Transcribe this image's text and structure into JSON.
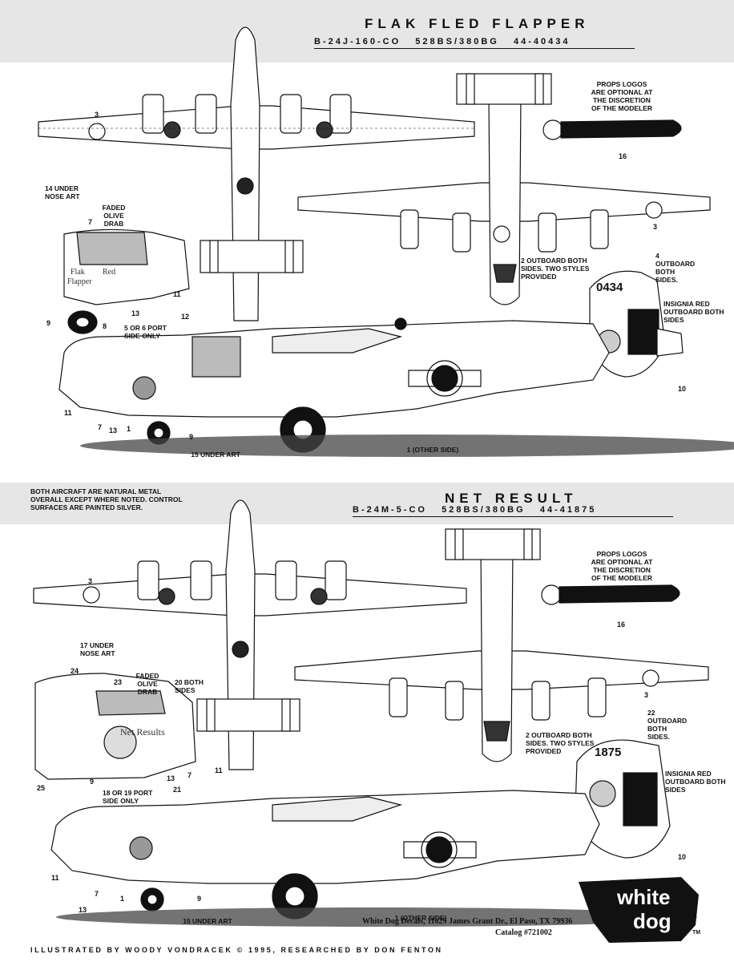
{
  "top": {
    "title": "FLAK FLED FLAPPER",
    "subtitle": "B-24J-160-CO   528BS/380BG   44-40434",
    "notes": {
      "props": "PROPS LOGOS ARE OPTIONAL AT THE DISCRETION OF THE MODELER",
      "under_nose_art": "14 UNDER NOSE ART",
      "faded_olive": "FADED OLIVE DRAB",
      "port_side": "5 OR 6 PORT SIDE ONLY",
      "outboard_two_styles": "2 OUTBOARD BOTH SIDES. TWO STYLES PROVIDED",
      "outboard_both": "4 OUTBOARD BOTH SIDES.",
      "insignia": "INSIGNIA RED OUTBOARD BOTH SIDES",
      "under_art": "15 UNDER ART",
      "other_side": "1 (OTHER SIDE)"
    },
    "tail_number": "0434",
    "nose_art_text": [
      "Flak",
      "Red",
      "Flapper"
    ],
    "callouts": [
      "3",
      "16",
      "3",
      "7",
      "11",
      "13",
      "9",
      "8",
      "12",
      "11",
      "7",
      "13",
      "1",
      "9",
      "10"
    ]
  },
  "general_note": "BOTH AIRCRAFT ARE NATURAL METAL OVERALL EXCEPT WHERE NOTED. CONTROL SURFACES ARE PAINTED SILVER.",
  "bottom": {
    "title": "NET RESULT",
    "subtitle": "B-24M-5-CO   528BS/380BG   44-41875",
    "notes": {
      "props": "PROPS LOGOS ARE OPTIONAL AT THE DISCRETION OF THE MODELER",
      "under_nose_art": "17 UNDER NOSE ART",
      "faded_olive": "FADED OLIVE DRAB",
      "both_sides": "20 BOTH SIDES",
      "port_side": "18 OR 19 PORT SIDE ONLY",
      "outboard_two_styles": "2 OUTBOARD BOTH SIDES. TWO STYLES PROVIDED",
      "outboard_both": "22 OUTBOARD BOTH SIDES.",
      "insignia": "INSIGNIA RED OUTBOARD BOTH SIDES",
      "under_art": "15 UNDER ART",
      "other_side": "1 (OTHER SIDE)"
    },
    "tail_number": "1875",
    "nose_art_text": "Net Results",
    "callouts": [
      "3",
      "16",
      "3",
      "24",
      "23",
      "25",
      "9",
      "13",
      "7",
      "11",
      "21",
      "11",
      "7",
      "13",
      "1",
      "9",
      "10"
    ]
  },
  "footer": {
    "credits": "ILLUSTRATED BY WOODY VONDRACEK © 1995, RESEARCHED BY DON FENTON",
    "address": "White Dog Decals, 11629 James Grant Dr., El Paso, TX 79936",
    "catalog": "Catalog #721002",
    "logo_line1": "white",
    "logo_line2": "dog",
    "trademark": "TM"
  },
  "colors": {
    "band": "#e6e6e6",
    "ink": "#111111",
    "olive_drab": "#b9b9b9",
    "shadow": "#444444"
  }
}
